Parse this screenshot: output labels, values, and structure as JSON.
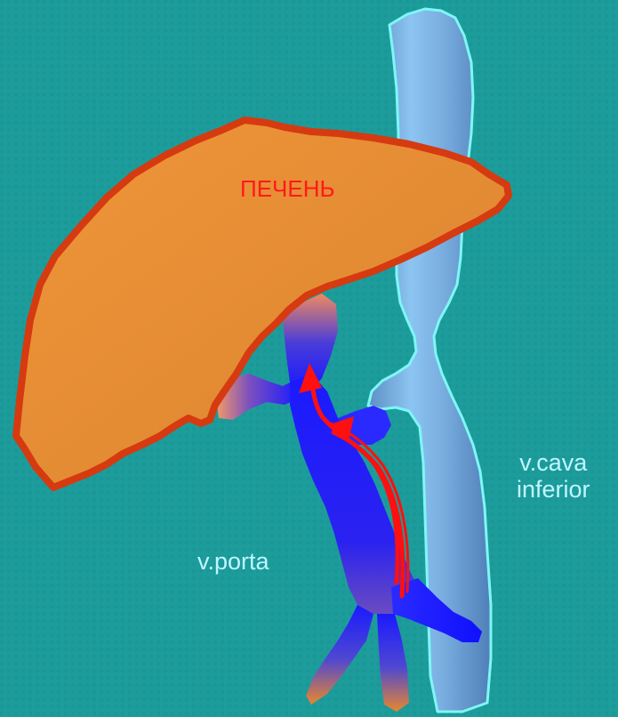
{
  "labels": {
    "liver": "ПЕЧЕНЬ",
    "portal_vein": "v.porta",
    "vena_cava_line1": "v.cava",
    "vena_cava_line2": "inferior"
  },
  "colors": {
    "background": "#1d9c9c",
    "liver_fill": "#e8913a",
    "liver_outline": "#d63a10",
    "vena_cava_fill": "#7fb4e6",
    "vena_cava_outline": "#7ff6f6",
    "portal_vein": "#1a1aff",
    "blood_flow_arrow": "#ff1010",
    "label_text": "#bff6ff",
    "liver_label_text": "#ff1a1a"
  }
}
